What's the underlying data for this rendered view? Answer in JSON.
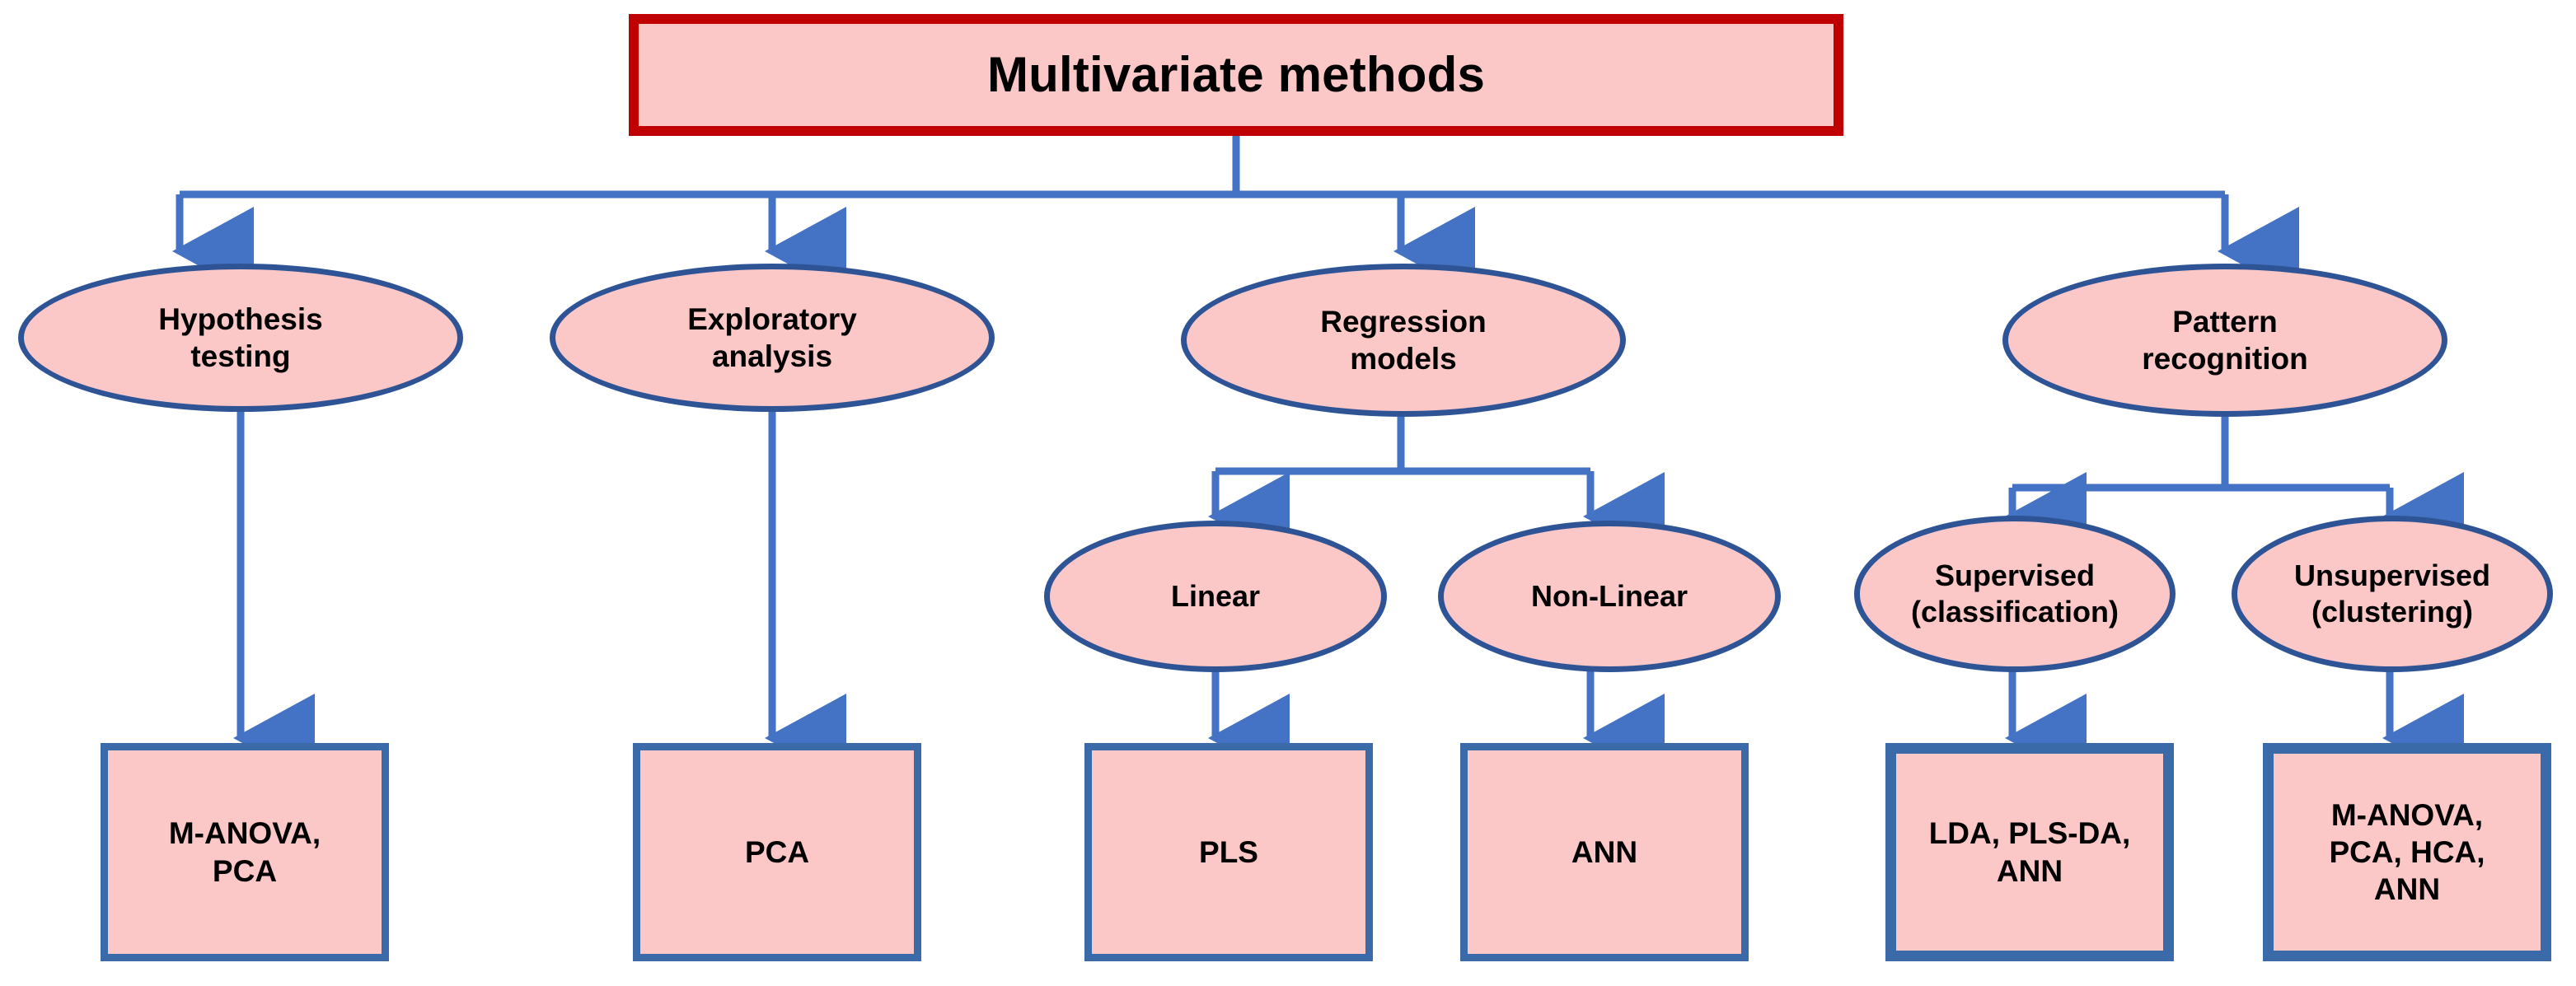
{
  "diagram": {
    "title_node": {
      "label": "Multivariate methods",
      "shape": "rectangle",
      "border_color": "#C00000",
      "fill_color": "#FCC7C7"
    },
    "palette": {
      "fill": "#FCC7C7",
      "ellipse_border": "#2E5496",
      "box_border": "#3B6AA8",
      "root_border": "#C00000",
      "connector": "#4472C4",
      "background": "#FFFFFF",
      "text": "#000000"
    },
    "level1": [
      {
        "id": "hypothesis-testing",
        "label": "Hypothesis\ntesting",
        "shape": "ellipse"
      },
      {
        "id": "exploratory-analysis",
        "label": "Exploratory\nanalysis",
        "shape": "ellipse"
      },
      {
        "id": "regression-models",
        "label": "Regression\nmodels",
        "shape": "ellipse"
      },
      {
        "id": "pattern-recognition",
        "label": "Pattern\nrecognition",
        "shape": "ellipse"
      }
    ],
    "level2": [
      {
        "id": "linear",
        "label": "Linear",
        "shape": "ellipse",
        "parent": "regression-models"
      },
      {
        "id": "non-linear",
        "label": "Non-Linear",
        "shape": "ellipse",
        "parent": "regression-models"
      },
      {
        "id": "supervised",
        "label": "Supervised\n(classification)",
        "shape": "ellipse",
        "parent": "pattern-recognition"
      },
      {
        "id": "unsupervised",
        "label": "Unsupervised\n(clustering)",
        "shape": "ellipse",
        "parent": "pattern-recognition"
      }
    ],
    "leaves": [
      {
        "id": "leaf-hypothesis",
        "label": "M-ANOVA,\nPCA",
        "shape": "rectangle",
        "parent": "hypothesis-testing"
      },
      {
        "id": "leaf-exploratory",
        "label": "PCA",
        "shape": "rectangle",
        "parent": "exploratory-analysis"
      },
      {
        "id": "leaf-linear",
        "label": "PLS",
        "shape": "rectangle",
        "parent": "linear"
      },
      {
        "id": "leaf-nonlinear",
        "label": "ANN",
        "shape": "rectangle",
        "parent": "non-linear"
      },
      {
        "id": "leaf-supervised",
        "label": "LDA, PLS-DA,\nANN",
        "shape": "rectangle",
        "parent": "supervised"
      },
      {
        "id": "leaf-unsupervised",
        "label": "M-ANOVA,\nPCA, HCA,\nANN",
        "shape": "rectangle",
        "parent": "unsupervised"
      }
    ]
  }
}
